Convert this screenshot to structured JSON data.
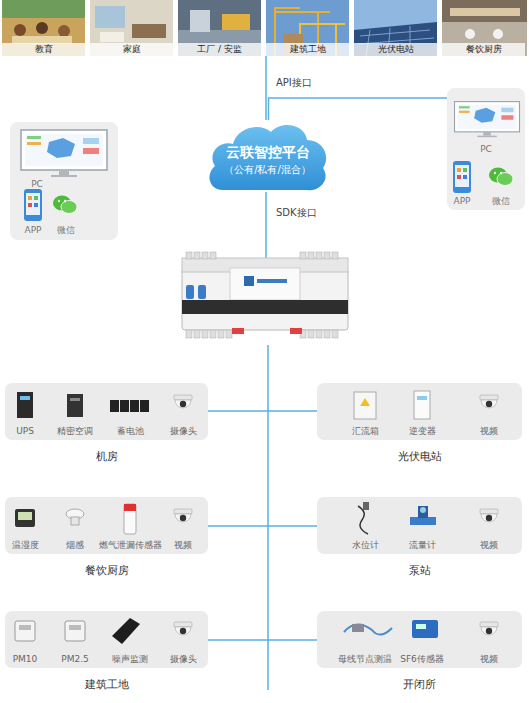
{
  "diagram": {
    "nodes": [
      {
        "text": [
          "教育"
        ]
      },
      {
        "text": [
          "家庭"
        ]
      },
      {
        "text": [
          "工厂 / 安监"
        ]
      },
      {
        "text": [
          "建筑工地"
        ]
      },
      {
        "text": [
          "光伏电站"
        ]
      },
      {
        "text": [
          "餐饮厨房"
        ]
      },
      {
        "text": [
          "云联智控平台",
          "（公有/私有/混合）"
        ]
      },
      {
        "text": [
          "PC",
          "APP",
          "微信"
        ]
      },
      {
        "text": [
          "PC",
          "APP",
          "微信"
        ]
      },
      {
        "text": [
          "UPS",
          "精密空调",
          "蓄电池",
          "摄像头",
          "机房"
        ]
      },
      {
        "text": [
          "汇流箱",
          "逆变器",
          "视频",
          "光伏电站"
        ]
      },
      {
        "text": [
          "温湿度",
          "烟感",
          "燃气泄漏传感器",
          "视频",
          "餐饮厨房"
        ]
      },
      {
        "text": [
          "水位计",
          "流量计",
          "视频",
          "泵站"
        ]
      },
      {
        "text": [
          "PM10",
          "PM2.5",
          "噪声监测",
          "摄像头",
          "建筑工地"
        ]
      },
      {
        "text": [
          "母线节点测温",
          "SF6传感器",
          "视频",
          "开闭所"
        ]
      }
    ],
    "edges": [
      {
        "from": 6,
        "to": 8,
        "arrow": "none"
      }
    ],
    "labels": [
      "API接口",
      "SDK接口"
    ]
  }
}
